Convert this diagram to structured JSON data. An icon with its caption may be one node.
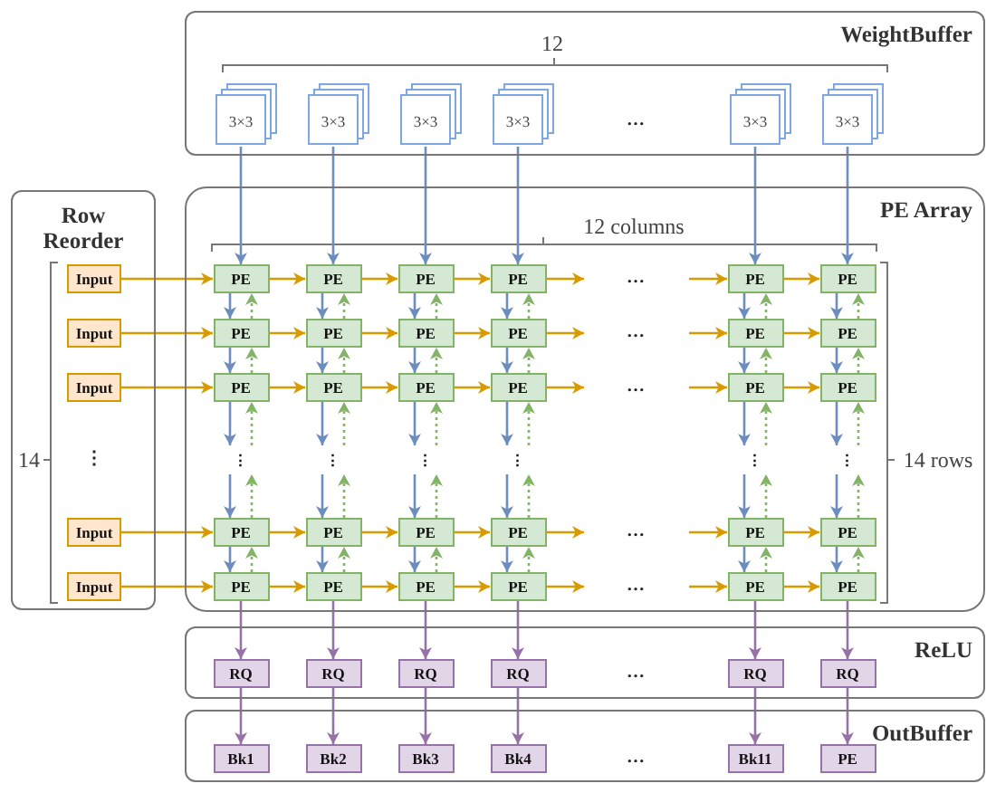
{
  "diagram": {
    "nodes": [
      {
        "text": [
          "WeightBuffer"
        ]
      },
      {
        "text": [
          "3×3"
        ],
        "in": 0
      },
      {
        "text": [
          "3×3"
        ],
        "in": 0
      },
      {
        "text": [
          "3×3"
        ],
        "in": 0
      },
      {
        "text": [
          "3×3"
        ],
        "in": 0
      },
      {
        "text": [
          "3×3"
        ],
        "in": 0
      },
      {
        "text": [
          "3×3"
        ],
        "in": 0
      },
      {
        "text": [
          "Row Reorder"
        ]
      },
      {
        "text": [
          "Input"
        ],
        "in": 7
      },
      {
        "text": [
          "Input"
        ],
        "in": 7
      },
      {
        "text": [
          "Input"
        ],
        "in": 7
      },
      {
        "text": [
          "Input"
        ],
        "in": 7
      },
      {
        "text": [
          "Input"
        ],
        "in": 7
      },
      {
        "text": [
          "PE Array"
        ]
      },
      {
        "text": [
          "PE"
        ],
        "in": 13
      },
      {
        "text": [
          "PE"
        ],
        "in": 13
      },
      {
        "text": [
          "PE"
        ],
        "in": 13
      },
      {
        "text": [
          "PE"
        ],
        "in": 13
      },
      {
        "text": [
          "PE"
        ],
        "in": 13
      },
      {
        "text": [
          "PE"
        ],
        "in": 13
      },
      {
        "text": [
          "PE"
        ],
        "in": 13
      },
      {
        "text": [
          "PE"
        ],
        "in": 13
      },
      {
        "text": [
          "PE"
        ],
        "in": 13
      },
      {
        "text": [
          "PE"
        ],
        "in": 13
      },
      {
        "text": [
          "PE"
        ],
        "in": 13
      },
      {
        "text": [
          "PE"
        ],
        "in": 13
      },
      {
        "text": [
          "PE"
        ],
        "in": 13
      },
      {
        "text": [
          "PE"
        ],
        "in": 13
      },
      {
        "text": [
          "PE"
        ],
        "in": 13
      },
      {
        "text": [
          "PE"
        ],
        "in": 13
      },
      {
        "text": [
          "PE"
        ],
        "in": 13
      },
      {
        "text": [
          "PE"
        ],
        "in": 13
      },
      {
        "text": [
          "PE"
        ],
        "in": 13
      },
      {
        "text": [
          "PE"
        ],
        "in": 13
      },
      {
        "text": [
          "PE"
        ],
        "in": 13
      },
      {
        "text": [
          "PE"
        ],
        "in": 13
      },
      {
        "text": [
          "PE"
        ],
        "in": 13
      },
      {
        "text": [
          "PE"
        ],
        "in": 13
      },
      {
        "text": [
          "PE"
        ],
        "in": 13
      },
      {
        "text": [
          "PE"
        ],
        "in": 13
      },
      {
        "text": [
          "PE"
        ],
        "in": 13
      },
      {
        "text": [
          "PE"
        ],
        "in": 13
      },
      {
        "text": [
          "PE"
        ],
        "in": 13
      },
      {
        "text": [
          "PE"
        ],
        "in": 13
      },
      {
        "text": [
          "ReLU"
        ]
      },
      {
        "text": [
          "RQ"
        ],
        "in": 44
      },
      {
        "text": [
          "RQ"
        ],
        "in": 44
      },
      {
        "text": [
          "RQ"
        ],
        "in": 44
      },
      {
        "text": [
          "RQ"
        ],
        "in": 44
      },
      {
        "text": [
          "RQ"
        ],
        "in": 44
      },
      {
        "text": [
          "RQ"
        ],
        "in": 44
      },
      {
        "text": [
          "OutBuffer"
        ]
      },
      {
        "text": [
          "Bk1"
        ],
        "in": 51
      },
      {
        "text": [
          "Bk2"
        ],
        "in": 51
      },
      {
        "text": [
          "Bk3"
        ],
        "in": 51
      },
      {
        "text": [
          "Bk4"
        ],
        "in": 51
      },
      {
        "text": [
          "Bk11"
        ],
        "in": 51
      },
      {
        "text": [
          "PE"
        ],
        "in": 51
      },
      {
        "text": [
          "⋮"
        ],
        "in": 13
      },
      {
        "text": [
          "⋮"
        ],
        "in": 13
      },
      {
        "text": [
          "⋮"
        ],
        "in": 13
      },
      {
        "text": [
          "⋮"
        ],
        "in": 13
      },
      {
        "text": [
          "⋮"
        ],
        "in": 13
      },
      {
        "text": [
          "⋮"
        ],
        "in": 13
      }
    ],
    "edges": [
      {
        "from": 1,
        "to": 14,
        "arrow": "to"
      },
      {
        "from": 2,
        "to": 15,
        "arrow": "to"
      },
      {
        "from": 3,
        "to": 16,
        "arrow": "to"
      },
      {
        "from": 4,
        "to": 17,
        "arrow": "to"
      },
      {
        "from": 5,
        "to": 18,
        "arrow": "to"
      },
      {
        "from": 6,
        "to": 19,
        "arrow": "to"
      },
      {
        "from": 8,
        "to": 14,
        "arrow": "to",
        "color": "#d79b00"
      },
      {
        "from": 9,
        "to": 20,
        "arrow": "to",
        "color": "#d79b00"
      },
      {
        "from": 10,
        "to": 26,
        "arrow": "to",
        "color": "#d79b00"
      },
      {
        "from": 11,
        "to": 32,
        "arrow": "to",
        "color": "#d79b00"
      },
      {
        "from": 12,
        "to": 38,
        "arrow": "to",
        "color": "#d79b00"
      },
      {
        "from": 14,
        "to": 15,
        "arrow": "to",
        "color": "#d79b00"
      },
      {
        "from": 15,
        "to": 16,
        "arrow": "to",
        "color": "#d79b00"
      },
      {
        "from": 16,
        "to": 17,
        "arrow": "to",
        "color": "#d79b00"
      },
      {
        "from": 17,
        "to": null,
        "arrow": "to",
        "color": "#d79b00"
      },
      {
        "from": null,
        "to": 18,
        "arrow": "to",
        "color": "#d79b00"
      },
      {
        "from": 18,
        "to": 19,
        "arrow": "to",
        "color": "#d79b00"
      },
      {
        "from": 20,
        "to": 21,
        "arrow": "to",
        "color": "#d79b00"
      },
      {
        "from": 21,
        "to": 22,
        "arrow": "to",
        "color": "#d79b00"
      },
      {
        "from": 22,
        "to": 23,
        "arrow": "to",
        "color": "#d79b00"
      },
      {
        "from": 23,
        "to": null,
        "arrow": "to",
        "color": "#d79b00"
      },
      {
        "from": null,
        "to": 24,
        "arrow": "to",
        "color": "#d79b00"
      },
      {
        "from": 24,
        "to": 25,
        "arrow": "to",
        "color": "#d79b00"
      },
      {
        "from": 26,
        "to": 27,
        "arrow": "to",
        "color": "#d79b00"
      },
      {
        "from": 27,
        "to": 28,
        "arrow": "to",
        "color": "#d79b00"
      },
      {
        "from": 28,
        "to": 29,
        "arrow": "to",
        "color": "#d79b00"
      },
      {
        "from": 29,
        "to": null,
        "arrow": "to",
        "color": "#d79b00"
      },
      {
        "from": null,
        "to": 30,
        "arrow": "to",
        "color": "#d79b00"
      },
      {
        "from": 30,
        "to": 31,
        "arrow": "to",
        "color": "#d79b00"
      },
      {
        "from": 32,
        "to": 33,
        "arrow": "to",
        "color": "#d79b00"
      },
      {
        "from": 33,
        "to": 34,
        "arrow": "to",
        "color": "#d79b00"
      },
      {
        "from": 34,
        "to": 35,
        "arrow": "to",
        "color": "#d79b00"
      },
      {
        "from": 35,
        "to": null,
        "arrow": "to",
        "color": "#d79b00"
      },
      {
        "from": null,
        "to": 36,
        "arrow": "to",
        "color": "#d79b00"
      },
      {
        "from": 36,
        "to": 37,
        "arrow": "to",
        "color": "#d79b00"
      },
      {
        "from": 38,
        "to": 39,
        "arrow": "to",
        "color": "#d79b00"
      },
      {
        "from": 39,
        "to": 40,
        "arrow": "to",
        "color": "#d79b00"
      },
      {
        "from": 40,
        "to": 41,
        "arrow": "to",
        "color": "#d79b00"
      },
      {
        "from": 41,
        "to": null,
        "arrow": "to",
        "color": "#d79b00"
      },
      {
        "from": null,
        "to": 42,
        "arrow": "to",
        "color": "#d79b00"
      },
      {
        "from": 42,
        "to": 43,
        "arrow": "to",
        "color": "#d79b00"
      },
      {
        "from": 14,
        "to": 20,
        "arrow": "to"
      },
      {
        "from": 20,
        "to": 26,
        "arrow": "to"
      },
      {
        "from": 26,
        "to": 58,
        "arrow": "to"
      },
      {
        "from": 58,
        "to": 32,
        "arrow": "to"
      },
      {
        "from": 32,
        "to": 38,
        "arrow": "to"
      },
      {
        "from": 20,
        "to": 14,
        "arrow": "to",
        "style": "dashed",
        "color": "#82b366"
      },
      {
        "from": 26,
        "to": 20,
        "arrow": "to",
        "style": "dashed",
        "color": "#82b366"
      },
      {
        "from": 58,
        "to": 26,
        "arrow": "to",
        "style": "dashed",
        "color": "#82b366"
      },
      {
        "from": 32,
        "to": 58,
        "arrow": "to",
        "style": "dashed",
        "color": "#82b366"
      },
      {
        "from": 38,
        "to": 32,
        "arrow": "to",
        "style": "dashed",
        "color": "#82b366"
      },
      {
        "from": 15,
        "to": 21,
        "arrow": "to"
      },
      {
        "from": 21,
        "to": 27,
        "arrow": "to"
      },
      {
        "from": 27,
        "to": 59,
        "arrow": "to"
      },
      {
        "from": 59,
        "to": 33,
        "arrow": "to"
      },
      {
        "from": 33,
        "to": 39,
        "arrow": "to"
      },
      {
        "from": 21,
        "to": 15,
        "arrow": "to",
        "style": "dashed",
        "color": "#82b366"
      },
      {
        "from": 27,
        "to": 21,
        "arrow": "to",
        "style": "dashed",
        "color": "#82b366"
      },
      {
        "from": 59,
        "to": 27,
        "arrow": "to",
        "style": "dashed",
        "color": "#82b366"
      },
      {
        "from": 33,
        "to": 59,
        "arrow": "to",
        "style": "dashed",
        "color": "#82b366"
      },
      {
        "from": 39,
        "to": 33,
        "arrow": "to",
        "style": "dashed",
        "color": "#82b366"
      },
      {
        "from": 16,
        "to": 22,
        "arrow": "to"
      },
      {
        "from": 22,
        "to": 28,
        "arrow": "to"
      },
      {
        "from": 28,
        "to": 60,
        "arrow": "to"
      },
      {
        "from": 60,
        "to": 34,
        "arrow": "to"
      },
      {
        "from": 34,
        "to": 40,
        "arrow": "to"
      },
      {
        "from": 22,
        "to": 16,
        "arrow": "to",
        "style": "dashed",
        "color": "#82b366"
      },
      {
        "from": 28,
        "to": 22,
        "arrow": "to",
        "style": "dashed",
        "color": "#82b366"
      },
      {
        "from": 60,
        "to": 28,
        "arrow": "to",
        "style": "dashed",
        "color": "#82b366"
      },
      {
        "from": 34,
        "to": 60,
        "arrow": "to",
        "style": "dashed",
        "color": "#82b366"
      },
      {
        "from": 40,
        "to": 34,
        "arrow": "to",
        "style": "dashed",
        "color": "#82b366"
      },
      {
        "from": 17,
        "to": 23,
        "arrow": "to"
      },
      {
        "from": 23,
        "to": 29,
        "arrow": "to"
      },
      {
        "from": 29,
        "to": 61,
        "arrow": "to"
      },
      {
        "from": 61,
        "to": 35,
        "arrow": "to"
      },
      {
        "from": 35,
        "to": 41,
        "arrow": "to"
      },
      {
        "from": 23,
        "to": 17,
        "arrow": "to",
        "style": "dashed",
        "color": "#82b366"
      },
      {
        "from": 29,
        "to": 23,
        "arrow": "to",
        "style": "dashed",
        "color": "#82b366"
      },
      {
        "from": 61,
        "to": 29,
        "arrow": "to",
        "style": "dashed",
        "color": "#82b366"
      },
      {
        "from": 35,
        "to": 61,
        "arrow": "to",
        "style": "dashed",
        "color": "#82b366"
      },
      {
        "from": 41,
        "to": 35,
        "arrow": "to",
        "style": "dashed",
        "color": "#82b366"
      },
      {
        "from": 18,
        "to": 24,
        "arrow": "to"
      },
      {
        "from": 24,
        "to": 30,
        "arrow": "to"
      },
      {
        "from": 30,
        "to": 62,
        "arrow": "to"
      },
      {
        "from": 62,
        "to": 36,
        "arrow": "to"
      },
      {
        "from": 36,
        "to": 42,
        "arrow": "to"
      },
      {
        "from": 24,
        "to": 18,
        "arrow": "to",
        "style": "dashed",
        "color": "#82b366"
      },
      {
        "from": 30,
        "to": 24,
        "arrow": "to",
        "style": "dashed",
        "color": "#82b366"
      },
      {
        "from": 62,
        "to": 30,
        "arrow": "to",
        "style": "dashed",
        "color": "#82b366"
      },
      {
        "from": 36,
        "to": 62,
        "arrow": "to",
        "style": "dashed",
        "color": "#82b366"
      },
      {
        "from": 42,
        "to": 36,
        "arrow": "to",
        "style": "dashed",
        "color": "#82b366"
      },
      {
        "from": 19,
        "to": 25,
        "arrow": "to"
      },
      {
        "from": 25,
        "to": 31,
        "arrow": "to"
      },
      {
        "from": 31,
        "to": 63,
        "arrow": "to"
      },
      {
        "from": 63,
        "to": 37,
        "arrow": "to"
      },
      {
        "from": 37,
        "to": 43,
        "arrow": "to"
      },
      {
        "from": 25,
        "to": 19,
        "arrow": "to",
        "style": "dashed",
        "color": "#82b366"
      },
      {
        "from": 31,
        "to": 25,
        "arrow": "to",
        "style": "dashed",
        "color": "#82b366"
      },
      {
        "from": 63,
        "to": 31,
        "arrow": "to",
        "style": "dashed",
        "color": "#82b366"
      },
      {
        "from": 37,
        "to": 63,
        "arrow": "to",
        "style": "dashed",
        "color": "#82b366"
      },
      {
        "from": 43,
        "to": 37,
        "arrow": "to",
        "style": "dashed",
        "color": "#82b366"
      },
      {
        "from": 38,
        "to": 45,
        "arrow": "to",
        "color": "#9673a6"
      },
      {
        "from": 39,
        "to": 46,
        "arrow": "to",
        "color": "#9673a6"
      },
      {
        "from": 40,
        "to": 47,
        "arrow": "to",
        "color": "#9673a6"
      },
      {
        "from": 41,
        "to": 48,
        "arrow": "to",
        "color": "#9673a6"
      },
      {
        "from": 42,
        "to": 49,
        "arrow": "to",
        "color": "#9673a6"
      },
      {
        "from": 43,
        "to": 50,
        "arrow": "to",
        "color": "#9673a6"
      },
      {
        "from": 45,
        "to": 52,
        "arrow": "to",
        "color": "#9673a6"
      },
      {
        "from": 46,
        "to": 53,
        "arrow": "to",
        "color": "#9673a6"
      },
      {
        "from": 47,
        "to": 54,
        "arrow": "to",
        "color": "#9673a6"
      },
      {
        "from": 48,
        "to": 55,
        "arrow": "to",
        "color": "#9673a6"
      },
      {
        "from": 49,
        "to": 56,
        "arrow": "to",
        "color": "#9673a6"
      },
      {
        "from": 50,
        "to": 57,
        "arrow": "to",
        "color": "#9673a6"
      }
    ],
    "labels": [
      "12",
      "…",
      "12 columns",
      "…",
      "…",
      "…",
      "14",
      "⋮",
      "14 rows",
      "…",
      "…",
      "…",
      "…"
    ]
  }
}
